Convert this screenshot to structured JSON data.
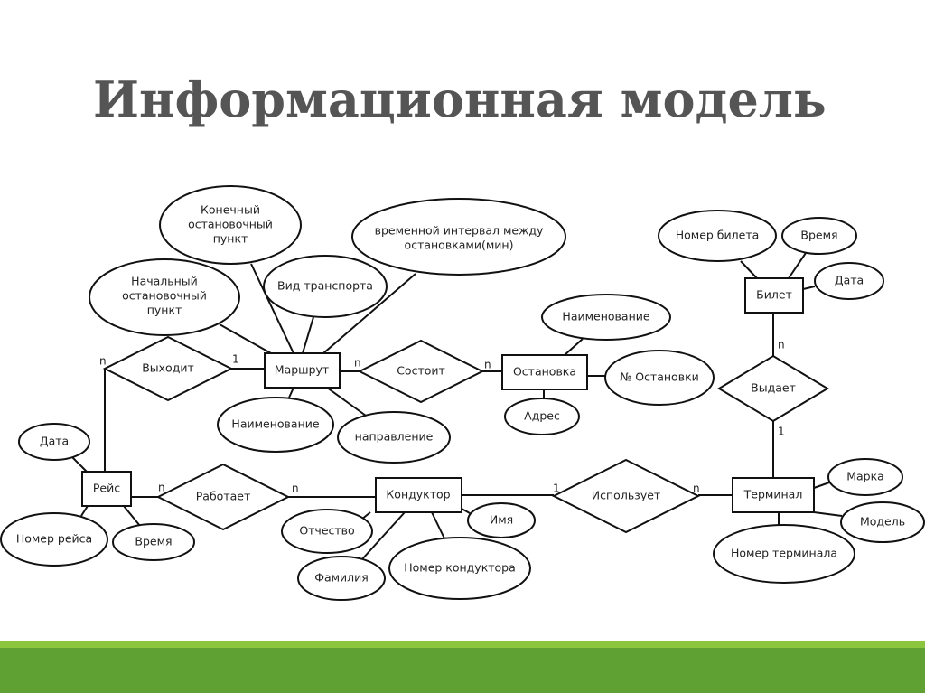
{
  "slide": {
    "title": "Информационная модель"
  },
  "entities": [
    "Маршрут",
    "Остановка",
    "Билет",
    "Рейс",
    "Кондуктор",
    "Терминал"
  ],
  "relationships": [
    "Выходит",
    "Состоит",
    "Выдает",
    "Работает",
    "Использует"
  ],
  "attributes": {
    "route": {
      "end_stop": [
        "Конечный",
        "остановочный",
        "пункт"
      ],
      "interval": [
        "временной интервал между",
        "остановками(мин)"
      ],
      "start_stop": [
        "Начальный",
        "остановочный",
        "пункт"
      ],
      "transport": "Вид транспорта",
      "name": "Наименование",
      "direction": "направление"
    },
    "stop": {
      "name": "Наименование",
      "address": "Адрес",
      "number": "№ Остановки"
    },
    "ticket": {
      "number": "Номер билета",
      "time": "Время",
      "date": "Дата"
    },
    "trip": {
      "date": "Дата",
      "number": "Номер рейса",
      "time": "Время"
    },
    "conductor": {
      "patronymic": "Отчество",
      "surname": "Фамилия",
      "number": "Номер кондуктора",
      "name": "Имя"
    },
    "terminal": {
      "brand": "Марка",
      "model": "Модель",
      "number": "Номер терминала"
    }
  },
  "cardinalities": [
    "n",
    "1",
    "n",
    "n",
    "n",
    "1",
    "n",
    "n",
    "1",
    "n"
  ],
  "colors": {
    "accent_light": "#8cc63e",
    "accent_dark": "#5fa233",
    "title": "#555555"
  }
}
